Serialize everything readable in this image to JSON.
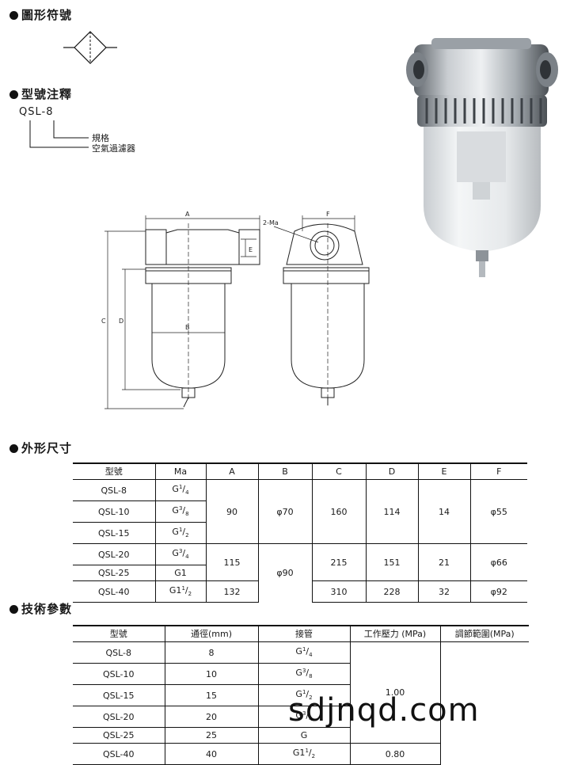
{
  "symbol_section": {
    "title": "圖形符號"
  },
  "model_section": {
    "title": "型號注釋",
    "code": "QSL-8",
    "label_spec": "規格",
    "label_type": "空氣過濾器"
  },
  "diagram": {
    "labels": {
      "A": "A",
      "B": "B",
      "C": "C",
      "D": "D",
      "E": "E",
      "F": "F",
      "Ma": "2-Ma"
    }
  },
  "dimensions": {
    "title": "外形尺寸",
    "headers": [
      "型號",
      "Ma",
      "A",
      "B",
      "C",
      "D",
      "E",
      "F"
    ],
    "models": [
      "QSL-8",
      "QSL-10",
      "QSL-15",
      "QSL-20",
      "QSL-25",
      "QSL-40"
    ],
    "ma": [
      {
        "base": "G",
        "num": "1",
        "den": "4"
      },
      {
        "base": "G",
        "num": "3",
        "den": "8"
      },
      {
        "base": "G",
        "num": "1",
        "den": "2"
      },
      {
        "base": "G",
        "num": "3",
        "den": "4"
      },
      {
        "base": "G1",
        "num": "",
        "den": ""
      },
      {
        "base": "G1",
        "num": "1",
        "den": "2"
      }
    ],
    "A": [
      "90",
      "115",
      "132"
    ],
    "B": [
      "φ70",
      "φ90"
    ],
    "C": [
      "160",
      "215",
      "310"
    ],
    "D": [
      "114",
      "151",
      "228"
    ],
    "E": [
      "14",
      "21",
      "32"
    ],
    "F": [
      "φ55",
      "φ66",
      "φ92"
    ]
  },
  "tech": {
    "title": "技術參數",
    "headers": [
      "型號",
      "通徑(mm)",
      "接管",
      "工作壓力 (MPa)",
      "調節範圍(MPa)"
    ],
    "models": [
      "QSL-8",
      "QSL-10",
      "QSL-15",
      "QSL-20",
      "QSL-25",
      "QSL-40"
    ],
    "bore": [
      "8",
      "10",
      "15",
      "20",
      "25",
      "40"
    ],
    "pipe": [
      {
        "base": "G",
        "num": "1",
        "den": "4"
      },
      {
        "base": "G",
        "num": "3",
        "den": "8"
      },
      {
        "base": "G",
        "num": "1",
        "den": "2"
      },
      {
        "base": "G",
        "num": "3",
        "den": "4"
      },
      {
        "base": "G",
        "num": "",
        "den": ""
      },
      {
        "base": "G1",
        "num": "1",
        "den": "2"
      }
    ],
    "pressure": [
      "1.00",
      "0.80"
    ]
  },
  "watermark": "sdjnqd.com"
}
